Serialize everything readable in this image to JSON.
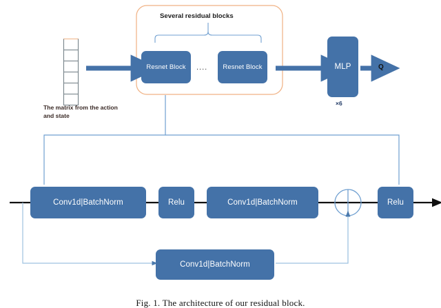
{
  "figure": {
    "caption": "Fig. 1.  The architecture of our residual block.",
    "title": "Residual block network architecture diagram"
  },
  "colors": {
    "block_fill": "#4472a8",
    "container_stroke": "#f0b183",
    "connector_blue": "#6f9fd0",
    "arrow_blue": "#4472a8",
    "line_black": "#101010",
    "matrix_border": "#6e7b82",
    "matrix_border_top": "#f0b183",
    "matrix_border_accent": "#5b9bd5",
    "text_dark": "#1a1a1a",
    "mult_text": "#1f3864"
  },
  "top": {
    "matrix": {
      "name": "input-matrix",
      "cells": 6,
      "caption": "The matrix from the action and state"
    },
    "container_label": "Several residual blocks",
    "resnet_blocks": [
      {
        "label": "Resnet Block"
      },
      {
        "label": "Resnet Block"
      }
    ],
    "ellipsis": "....",
    "mlp": {
      "label": "MLP",
      "repeat": "×6"
    },
    "output_label": "Q"
  },
  "bottom": {
    "main_path": [
      {
        "label": "Conv1d|BatchNorm",
        "name": "conv1d-batchnorm-1"
      },
      {
        "label": "Relu",
        "name": "relu-1"
      },
      {
        "label": "Conv1d|BatchNorm",
        "name": "conv1d-batchnorm-2"
      },
      {
        "label": "Relu",
        "name": "relu-2"
      }
    ],
    "sum_node": {
      "name": "sum-node",
      "symbol": "+"
    },
    "skip_path": [
      {
        "label": "Conv1d|BatchNorm",
        "name": "conv1d-batchnorm-skip"
      }
    ]
  }
}
